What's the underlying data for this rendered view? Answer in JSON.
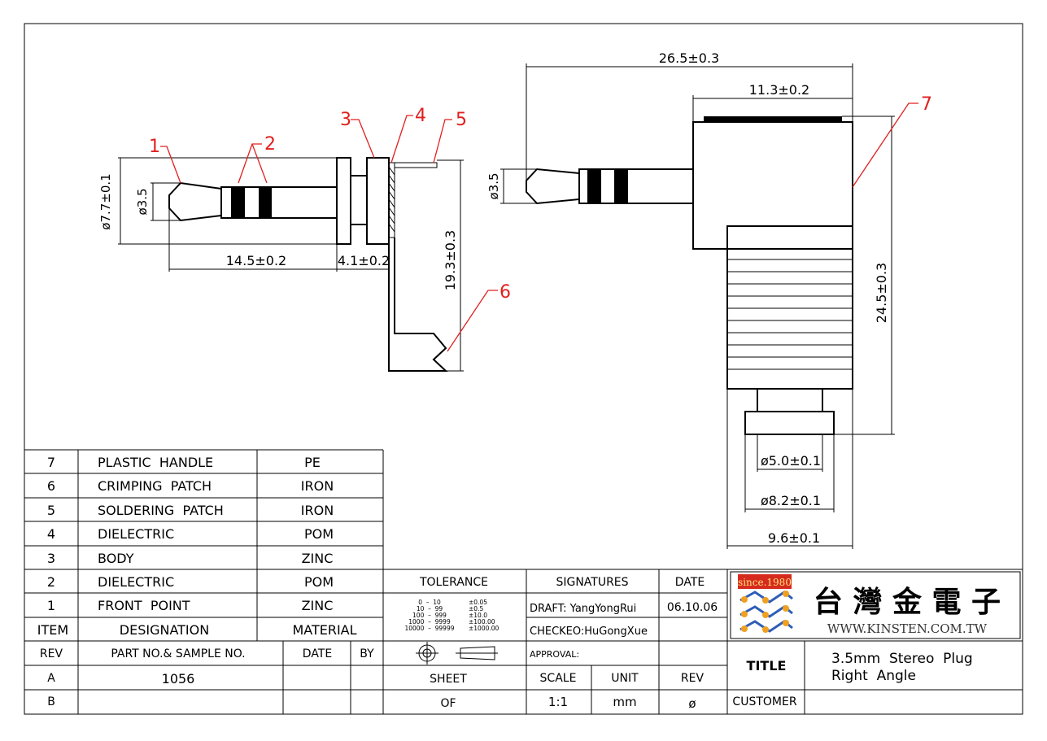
{
  "drawing": {
    "callouts": [
      "1",
      "2",
      "3",
      "4",
      "5",
      "6",
      "7"
    ],
    "dims": {
      "left_dia": "ø7.7±0.1",
      "left_pin": "ø3.5",
      "left_len1": "14.5±0.2",
      "left_len2": "4.1±0.2",
      "left_height": "19.3±0.3",
      "right_width": "26.5±0.3",
      "right_top": "11.3±0.2",
      "right_pin": "ø3.5",
      "right_height": "24.5±0.3",
      "right_d1": "ø5.0±0.1",
      "right_d2": "ø8.2±0.1",
      "right_d3": "9.6±0.1"
    }
  },
  "bom": {
    "rows": [
      {
        "item": "7",
        "designation": "PLASTIC  HANDLE",
        "material": "PE"
      },
      {
        "item": "6",
        "designation": "CRIMPING  PATCH",
        "material": "IRON"
      },
      {
        "item": "5",
        "designation": "SOLDERING  PATCH",
        "material": "IRON"
      },
      {
        "item": "4",
        "designation": "DIELECTRIC",
        "material": "POM"
      },
      {
        "item": "3",
        "designation": "BODY",
        "material": "ZINC"
      },
      {
        "item": "2",
        "designation": "DIELECTRIC",
        "material": "POM"
      },
      {
        "item": "1",
        "designation": "FRONT  POINT",
        "material": "ZINC"
      }
    ],
    "header": {
      "item": "ITEM",
      "designation": "DESIGNATION",
      "material": "MATERIAL"
    }
  },
  "title_block": {
    "rev_label": "REV",
    "part_label": "PART NO.& SAMPLE NO.",
    "date_label": "DATE",
    "by_label": "BY",
    "rev_a": "A",
    "part_a": "1056",
    "rev_b": "B",
    "tolerance_label": "TOLERANCE",
    "tol_ranges": [
      "0  –  10",
      "10  –  99",
      "100  –  999",
      "1000  –  9999",
      "10000  –  99999"
    ],
    "tol_values": [
      "±0.05",
      "±0.5",
      "±10.0",
      "±100.00",
      "±1000.00"
    ],
    "signatures_label": "SIGNATURES",
    "draft": "DRAFT: YangYongRui",
    "checked": "CHECKEO:HuGongXue",
    "approval": "APPROVAL:",
    "date_col": "DATE",
    "date_val": "06.10.06",
    "sheet_label": "SHEET",
    "sheet_val": "OF",
    "scale_label": "SCALE",
    "scale_val": "1:1",
    "unit_label": "UNIT",
    "unit_val": "mm",
    "rev_col": "REV",
    "rev_val": "ø",
    "title_label": "TITLE",
    "title_line1": "3.5mm  Stereo  Plug",
    "title_line2": "Right  Angle",
    "customer_label": "CUSTOMER",
    "logo_since": "since.1980",
    "logo_cn": "台 灣 金 電 子",
    "logo_url": "WWW.KINSTEN.COM.TW"
  }
}
